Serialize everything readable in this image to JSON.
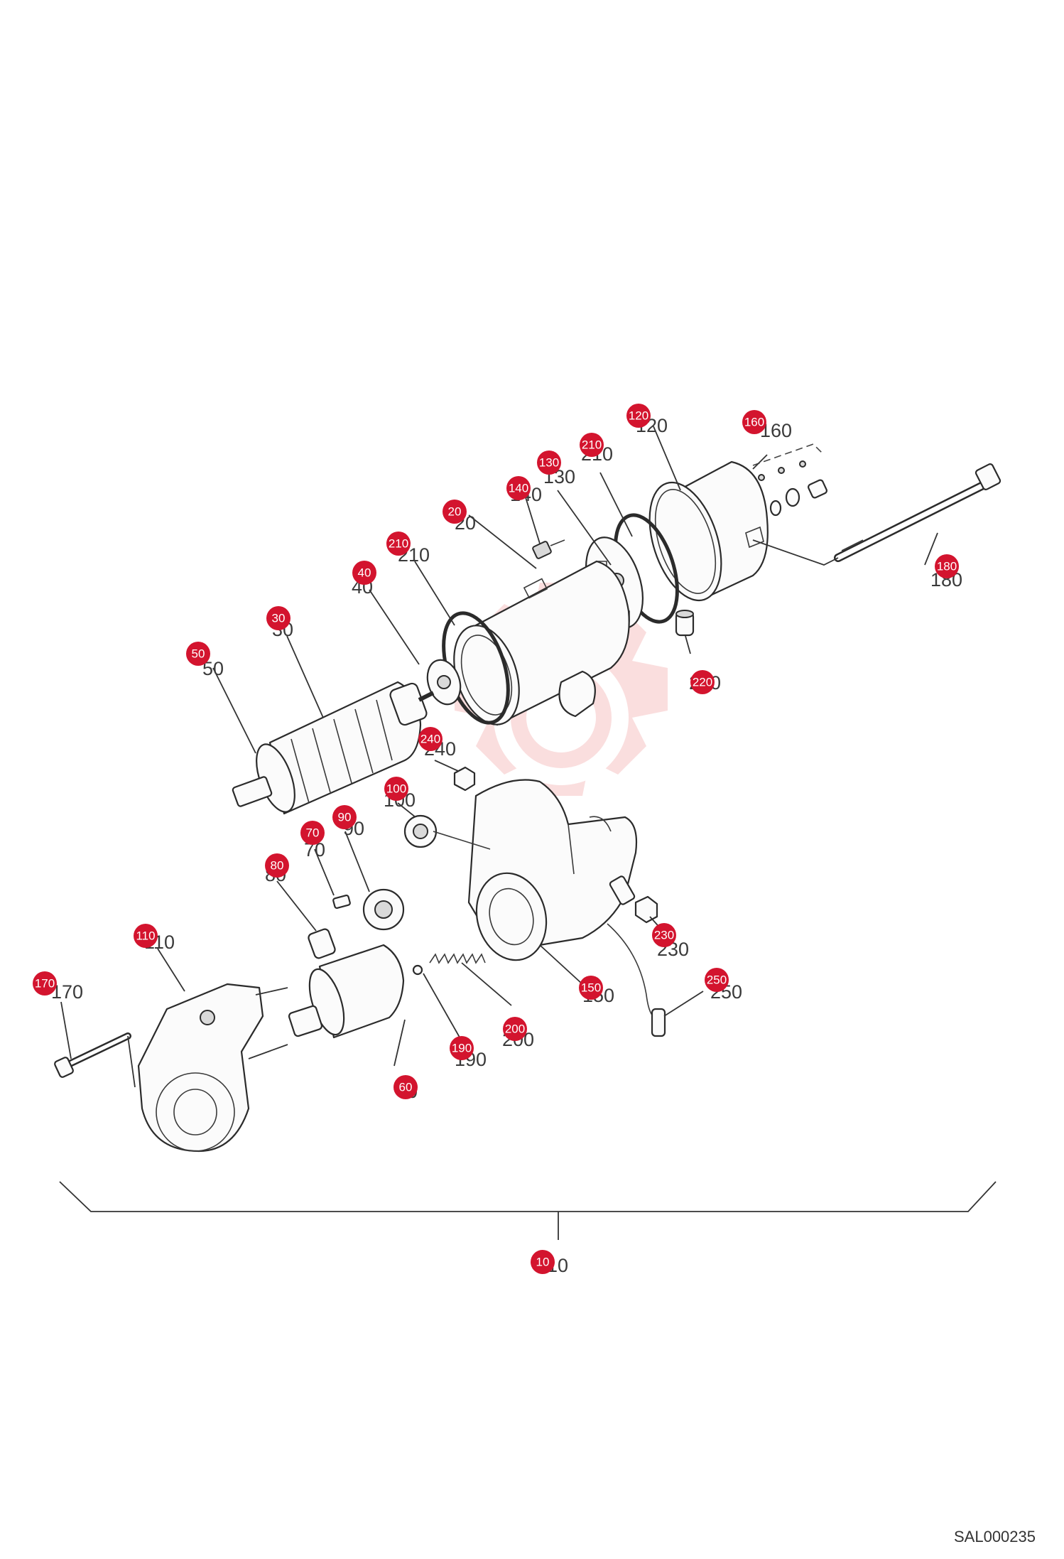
{
  "diagram": {
    "reference_code": "SAL000235",
    "parts": [
      {
        "id": "10",
        "label": "10"
      },
      {
        "id": "20",
        "label": "20"
      },
      {
        "id": "30",
        "label": "30"
      },
      {
        "id": "40",
        "label": "40"
      },
      {
        "id": "50",
        "label": "50"
      },
      {
        "id": "60",
        "label": "60"
      },
      {
        "id": "70",
        "label": "70"
      },
      {
        "id": "80",
        "label": "80"
      },
      {
        "id": "90",
        "label": "90"
      },
      {
        "id": "100",
        "label": "100"
      },
      {
        "id": "110",
        "label": "110"
      },
      {
        "id": "120",
        "label": "120"
      },
      {
        "id": "130",
        "label": "130"
      },
      {
        "id": "140",
        "label": "140"
      },
      {
        "id": "150",
        "label": "150"
      },
      {
        "id": "160",
        "label": "160"
      },
      {
        "id": "170",
        "label": "170"
      },
      {
        "id": "180",
        "label": "180"
      },
      {
        "id": "190",
        "label": "190"
      },
      {
        "id": "200",
        "label": "200"
      },
      {
        "id": "210a",
        "label": "210"
      },
      {
        "id": "210b",
        "label": "210"
      },
      {
        "id": "220",
        "label": "220"
      },
      {
        "id": "230",
        "label": "230"
      },
      {
        "id": "240",
        "label": "240"
      },
      {
        "id": "250",
        "label": "250"
      }
    ],
    "colors": {
      "callout": "#d3142e",
      "line": "#2b2b2b",
      "watermark": "#f2b3b3"
    }
  }
}
